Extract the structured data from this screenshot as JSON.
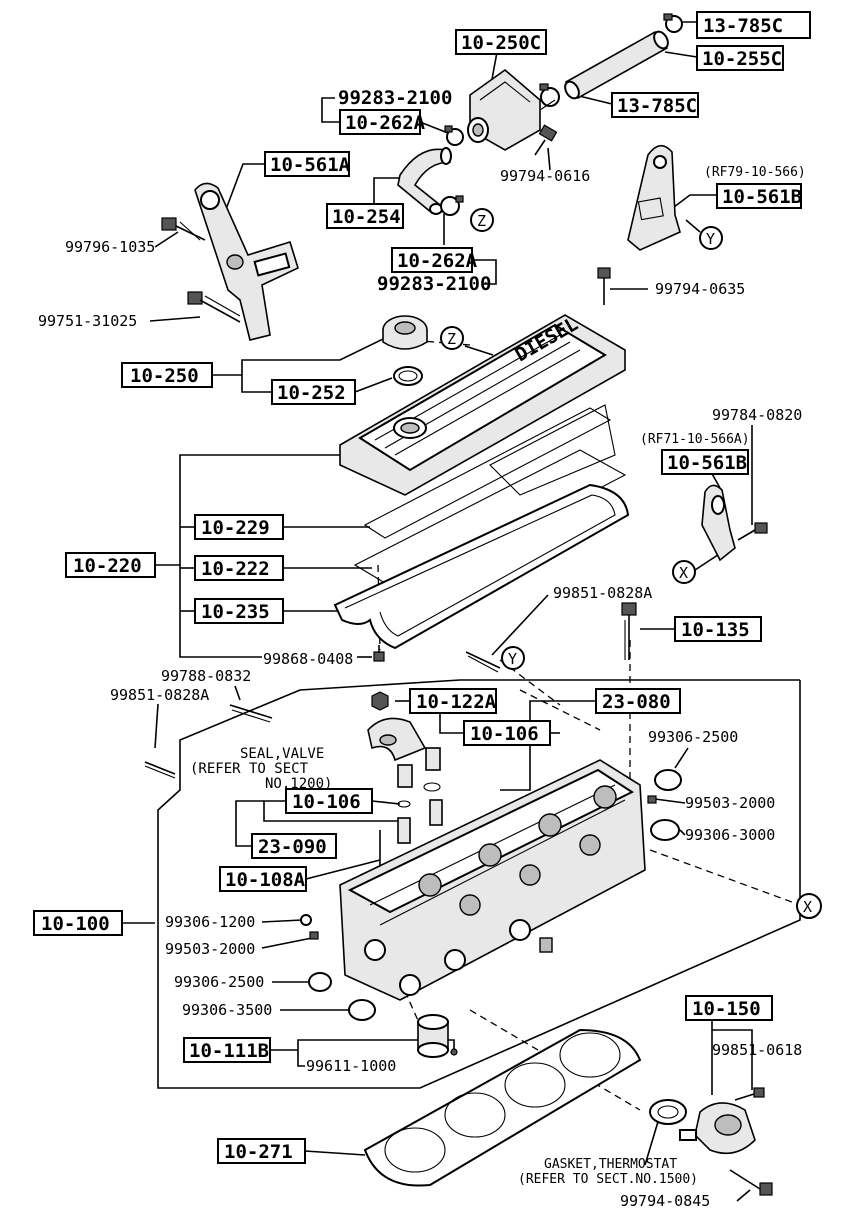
{
  "labels": {
    "l_13_785C_top": "13-785C",
    "l_10_250C": "10-250C",
    "l_10_255C": "10-255C",
    "l_99283_top": "99283-2100",
    "l_10_262A_top": "10-262A",
    "l_13_785C_mid": "13-785C",
    "l_99794_0616": "99794-0616",
    "l_10_561A": "10-561A",
    "l_rf79": "(RF79-10-566)",
    "l_10_561B_top": "10-561B",
    "l_99796_1035": "99796-1035",
    "l_10_254": "10-254",
    "l_z1": "Z",
    "l_y1": "Y",
    "l_10_262A_bot": "10-262A",
    "l_99283_bot": "99283-2100",
    "l_99794_0635": "99794-0635",
    "l_99751_31025": "99751-31025",
    "l_z2": "Z",
    "l_10_250": "10-250",
    "l_10_252": "10-252",
    "l_99784_0820": "99784-0820",
    "l_rf71": "(RF71-10-566A)",
    "l_10_561B_mid": "10-561B",
    "l_10_229": "10-229",
    "l_10_220": "10-220",
    "l_10_222": "10-222",
    "l_x1": "X",
    "l_10_235": "10-235",
    "l_99851_0828A_top": "99851-0828A",
    "l_10_135": "10-135",
    "l_99868_0408": "99868-0408",
    "l_y2": "Y",
    "l_99788_0832": "99788-0832",
    "l_99851_0828A_left": "99851-0828A",
    "l_10_122A": "10-122A",
    "l_23_080": "23-080",
    "l_10_106_a": "10-106",
    "l_seal1": "SEAL,VALVE",
    "l_seal2": "(REFER TO SECT",
    "l_seal3": "NO.1200)",
    "l_99306_2500_r": "99306-2500",
    "l_10_106_b": "10-106",
    "l_99503_2000_r": "99503-2000",
    "l_23_090": "23-090",
    "l_99306_3000": "99306-3000",
    "l_10_108A": "10-108A",
    "l_10_100": "10-100",
    "l_99306_1200": "99306-1200",
    "l_x2": "X",
    "l_99503_2000_l": "99503-2000",
    "l_99306_2500_l": "99306-2500",
    "l_99306_3500": "99306-3500",
    "l_10_150": "10-150",
    "l_10_111B": "10-111B",
    "l_99851_0618": "99851-0618",
    "l_99611_1000": "99611-1000",
    "l_10_271": "10-271",
    "l_gasket1": "GASKET,THERMOSTAT",
    "l_gasket2": "(REFER TO SECT.NO.1500)",
    "l_99794_0845": "99794-0845",
    "l_diesel": "DIESEL"
  }
}
